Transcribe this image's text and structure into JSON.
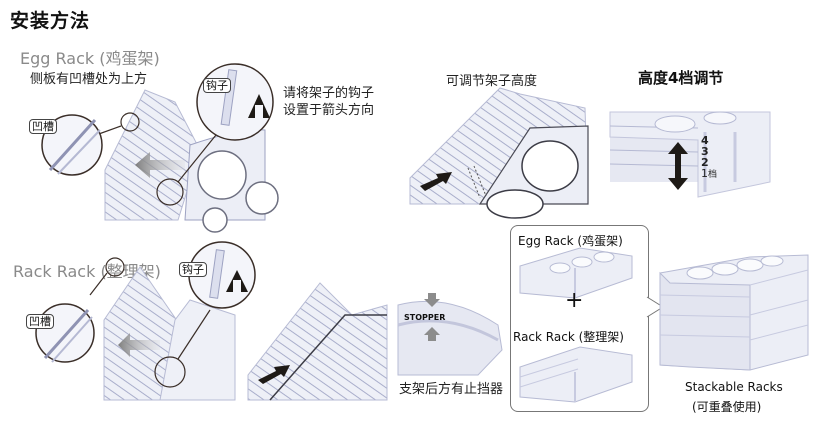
{
  "page_title": "安装方法",
  "egg_section": {
    "heading": "Egg Rack (鸡蛋架)",
    "note_top": "侧板有凹槽处为上方",
    "groove_tag": "凹槽",
    "hook_tag": "钩子",
    "hook_note_line1": "请将架子的钩子",
    "hook_note_line2": "设置于箭头方向"
  },
  "adjust": {
    "caption": "可调节架子高度",
    "levels_title": "高度4档调节",
    "levels": [
      "4",
      "3",
      "2",
      "1"
    ],
    "level_unit": "档"
  },
  "rack_section": {
    "heading": "Rack Rack (整理架)",
    "groove_tag": "凹槽",
    "hook_tag": "钩子"
  },
  "stopper": {
    "label": "STOPPER",
    "caption": "支架后方有止挡器"
  },
  "combo": {
    "egg_label": "Egg Rack (鸡蛋架)",
    "plus": "+",
    "rack_label": "Rack Rack (整理架)"
  },
  "stack": {
    "caption_en": "Stackable Racks",
    "caption_cn": "(可重叠使用)"
  },
  "colors": {
    "heading_gray": "#8a8a8a",
    "plastic": "#c9cbe0",
    "plastic_line": "#9da2c2",
    "arrow_dark": "#1e1a16",
    "arrow_gray": "#8c8c8c",
    "leader": "#3a2e28"
  }
}
